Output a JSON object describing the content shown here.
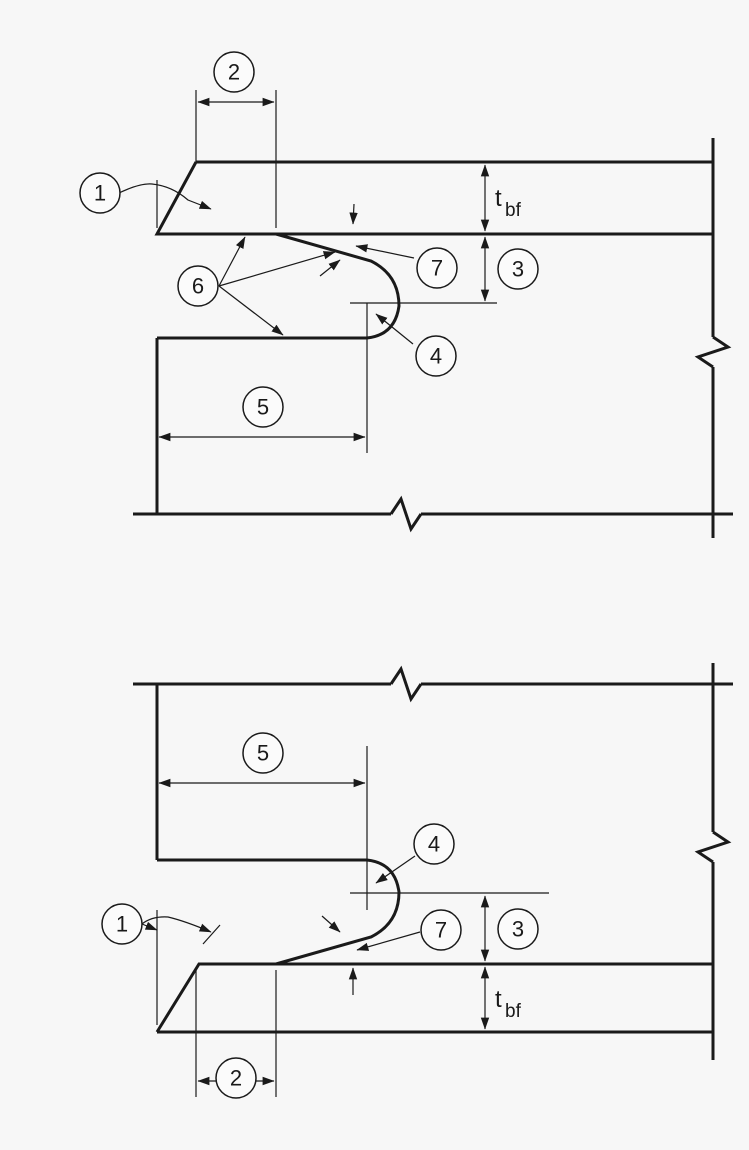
{
  "colors": {
    "background": "#f7f7f7",
    "line": "#1a1a1a"
  },
  "callouts": {
    "bevel_angle": "1",
    "bevel_offset": "2",
    "cope_depth": "3",
    "cope_radius": "4",
    "cope_length": "5",
    "surface_finish": "6",
    "transition_angle": "7"
  },
  "labels": {
    "flange_thickness_main": "t",
    "flange_thickness_sub": "bf"
  }
}
